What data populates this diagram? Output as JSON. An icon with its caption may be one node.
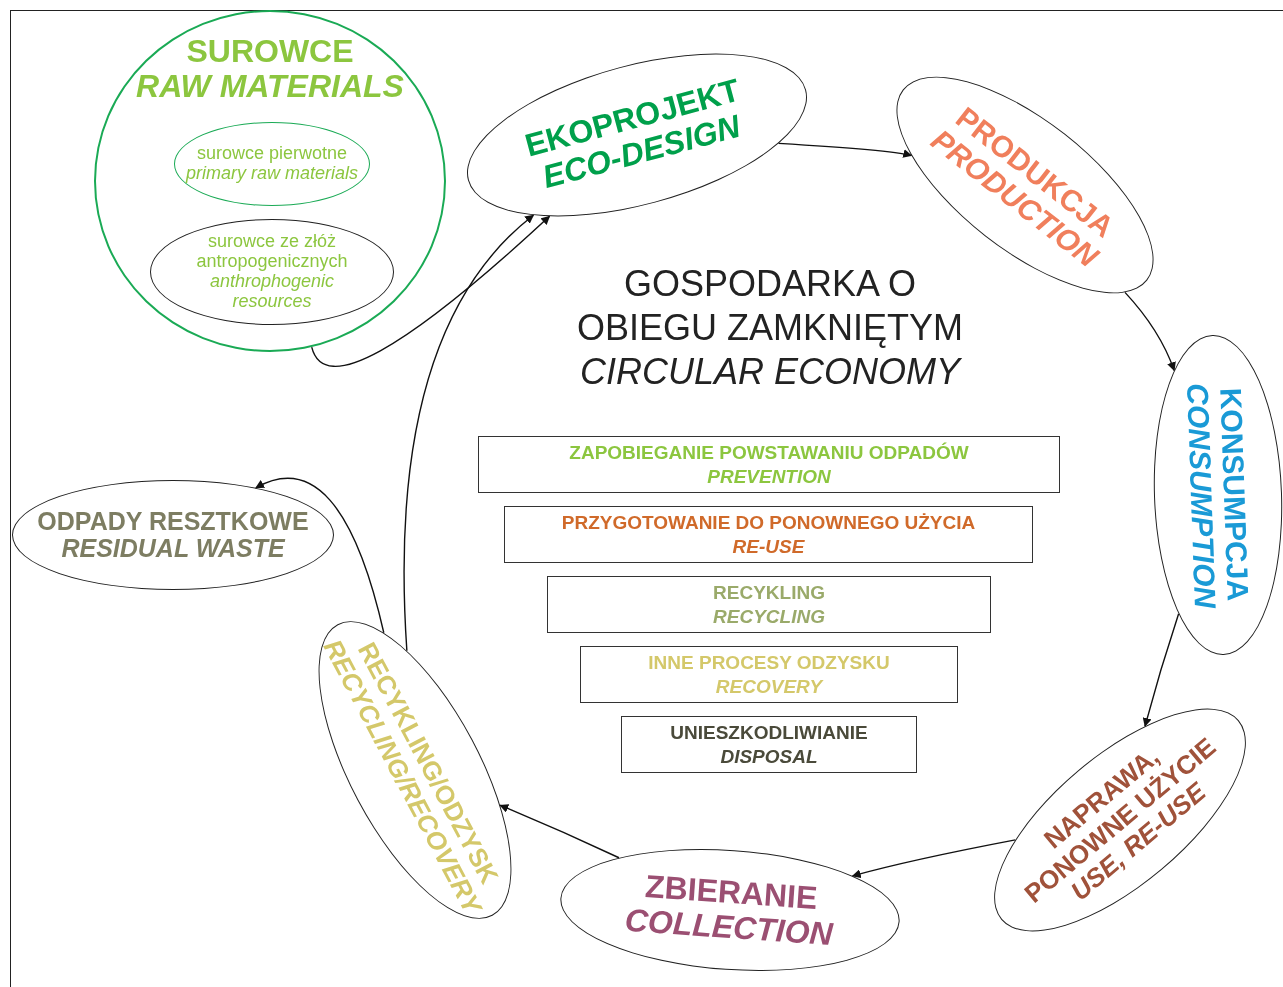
{
  "diagram": {
    "title": "GOSPODARKA O OBIEGU ZAMKNIĘTYM",
    "nodes": [
      {
        "text": [
          "SUROWCE",
          "RAW MATERIALS"
        ]
      },
      {
        "text": [
          "surowce pierwotne",
          "primary raw materials"
        ],
        "in": 0
      },
      {
        "text": [
          "surowce ze złóż antropogenicznych",
          "anthrophogenic resources"
        ],
        "in": 0
      },
      {
        "text": [
          "EKOPROJEKT",
          "ECO-DESIGN"
        ]
      },
      {
        "text": [
          "PRODUKCJA",
          "PRODUCTION"
        ]
      },
      {
        "text": [
          "KONSUMPCJA",
          "CONSUMPTION"
        ]
      },
      {
        "text": [
          "NAPRAWA, PONOWNE UŻYCIE",
          "USE, RE-USE"
        ]
      },
      {
        "text": [
          "ZBIERANIE",
          "COLLECTION"
        ]
      },
      {
        "text": [
          "RECYKLING/ODZYSK",
          "RECYCLING/RECOVERY"
        ]
      },
      {
        "text": [
          "ODPADY RESZTKOWE",
          "RESIDUAL WASTE"
        ]
      },
      {
        "text": [
          "ZAPOBIEGANIE POWSTAWANIU ODPADÓW",
          "PREVENTION"
        ]
      },
      {
        "text": [
          "PRZYGOTOWANIE DO PONOWNEGO UŻYCIA",
          "RE-USE"
        ]
      },
      {
        "text": [
          "RECYKLING",
          "RECYCLING"
        ]
      },
      {
        "text": [
          "INNE PROCESY ODZYSKU",
          "RECOVERY"
        ]
      },
      {
        "text": [
          "UNIESZKODLIWIANIE",
          "DISPOSAL"
        ]
      }
    ],
    "edges": [
      {
        "from": 0,
        "to": 3,
        "arrow": "to"
      },
      {
        "from": 8,
        "to": 3,
        "arrow": "to"
      },
      {
        "from": 3,
        "to": 4,
        "arrow": "to"
      },
      {
        "from": 4,
        "to": 5,
        "arrow": "to"
      },
      {
        "from": 5,
        "to": 6,
        "arrow": "to"
      },
      {
        "from": 6,
        "to": 7,
        "arrow": "to"
      },
      {
        "from": 7,
        "to": 8,
        "arrow": "to"
      },
      {
        "from": 8,
        "to": 9,
        "arrow": "to"
      }
    ],
    "labels": [
      "CIRCULAR ECONOMY"
    ]
  }
}
